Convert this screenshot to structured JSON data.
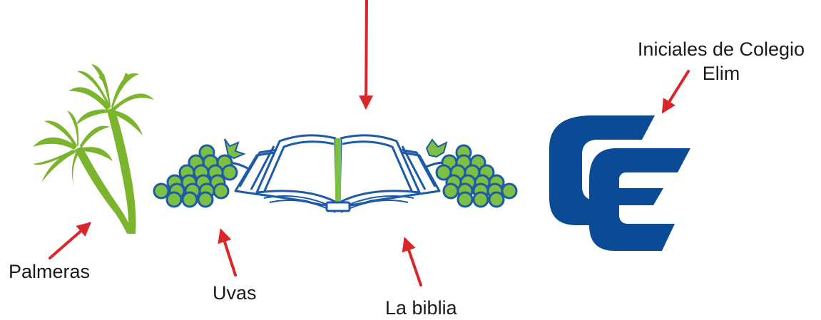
{
  "labels": {
    "initials_line1": "Iniciales de Colegio",
    "initials_line2": "Elim",
    "palms": "Palmeras",
    "grapes": "Uvas",
    "bible": "La biblia"
  },
  "logo": {
    "monogram": "CE"
  },
  "colors": {
    "arrow": "#d9262b",
    "palm_green": "#7ab52d",
    "logo_blue": "#0b4b96",
    "grape_green": "#7cc043",
    "outline_blue": "#1d5aa8",
    "label_text": "#1a1a1a"
  }
}
